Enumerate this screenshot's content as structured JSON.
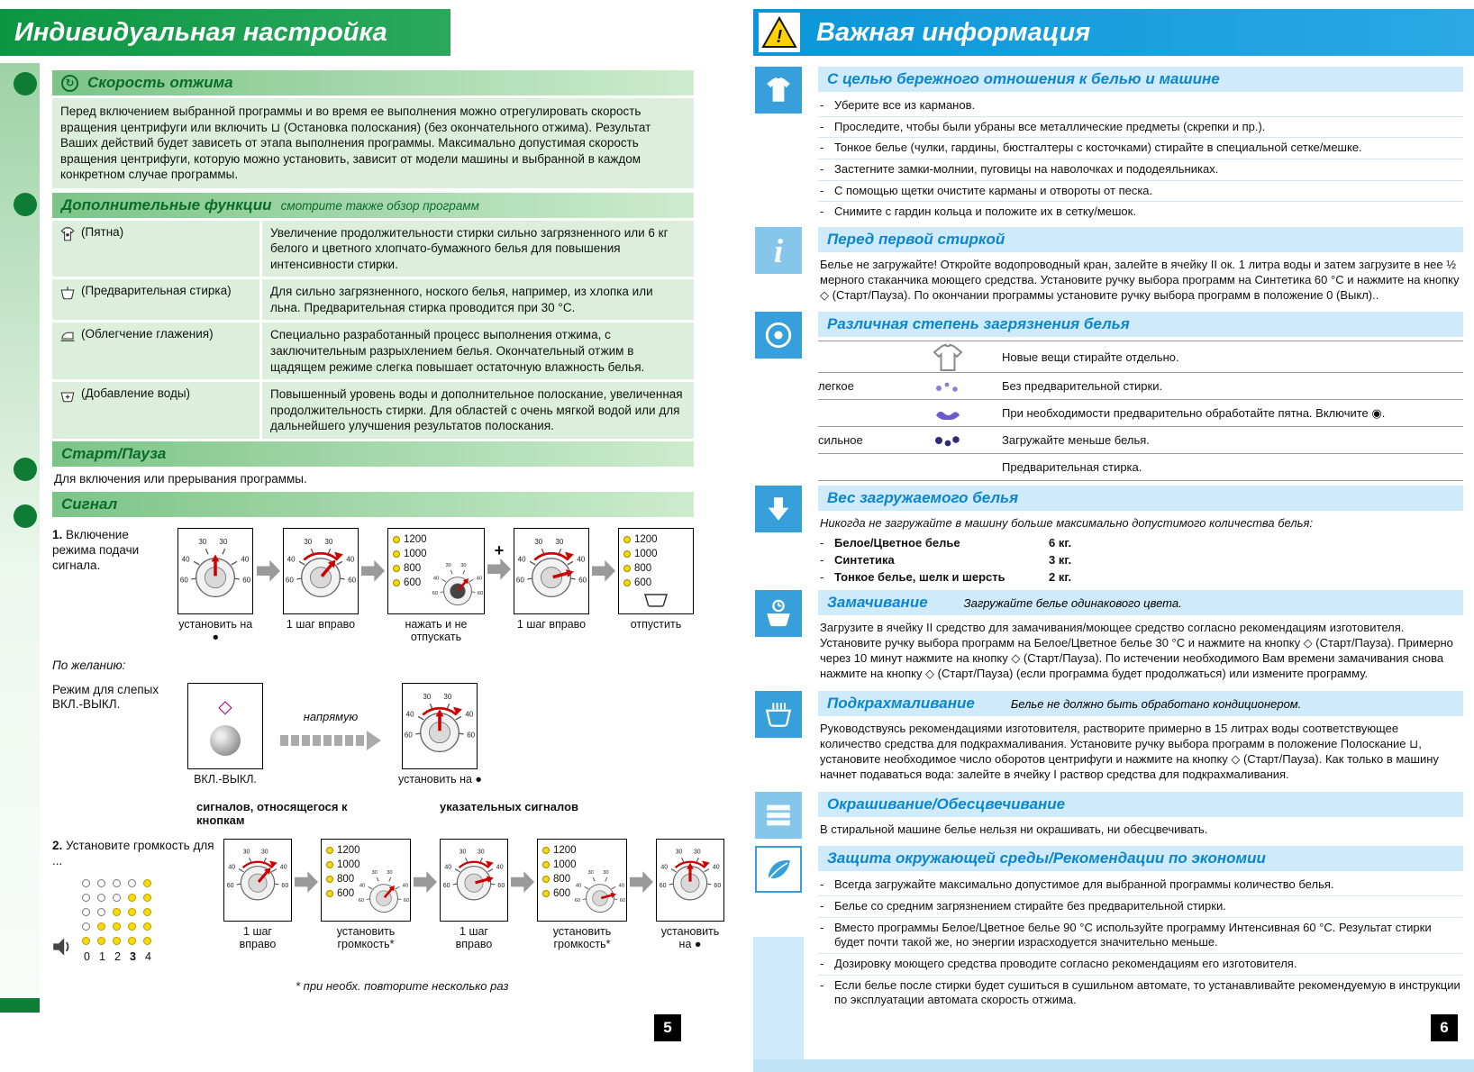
{
  "glyphs": {
    "warning_char": "!",
    "info_char": "i",
    "bullet_char": "-"
  },
  "dial": {
    "ticks": [
      "30",
      "30",
      "40",
      "40",
      "60",
      "60"
    ]
  },
  "led_values": [
    "1200",
    "1000",
    "800",
    "600"
  ],
  "page5": {
    "title": "Индивидуальная настройка",
    "page_number": "5",
    "spin": {
      "icon": "↻",
      "heading": "Скорость отжима",
      "body": "Перед включением выбранной программы и во время ее выполнения можно отрегулировать скорость вращения центрифуги или включить ⊔ (Остановка полоскания) (без окончательного отжима). Результат Ваших действий будет зависеть от этапа выполнения программы. Максимально допустимая скорость вращения центрифуги, которую можно установить, зависит от модели машины и выбранной в каждом конкретном случае программы."
    },
    "extras": {
      "heading": "Дополнительные функции",
      "note": "смотрите  также  обзор  программ",
      "rows": [
        {
          "label": "(Пятна)",
          "text": "Увеличение продолжительности стирки сильно загрязненного или 6 кг белого и цветного хлопчато-бумажного белья для повышения интенсивности стирки."
        },
        {
          "label": "(Предварительная стирка)",
          "text": "Для сильно загрязненного, ноского белья, например, из хлопка или льна. Предварительная стирка проводится при 30 °C."
        },
        {
          "label": "(Облегчение глажения)",
          "text": "Специально разработанный процесс выполнения отжима, с заключительным разрыхлением белья. Окончательный отжим в щадящем режиме слегка повышает остаточную влажность белья."
        },
        {
          "label": "(Добавление воды)",
          "text": "Повышенный уровень воды и дополнительное полоскание, увеличенная продолжительность стирки. Для областей с очень мягкой водой или для дальнейшего улучшения результатов полоскания."
        }
      ]
    },
    "start_pause": {
      "heading": "Старт/Пауза",
      "body": "Для включения или прерывания программы."
    },
    "signal": {
      "heading": "Сигнал",
      "step1_num": "1.",
      "step1_label": "Включение режима подачи сигнала.",
      "step1_caps": [
        "установить на ●",
        "1 шаг вправо",
        "нажать и не отпускать",
        "1 шаг вправо",
        "отпустить"
      ],
      "plus": "+",
      "optional": "По желанию:",
      "blind_label": "Режим для слепых ВКЛ.-ВЫКЛ.",
      "btn_symbol": "◇",
      "blind_btn_caption": "ВКЛ.-ВЫКЛ.",
      "direct": "напрямую",
      "blind_set_caption": "установить на ●",
      "col_head_left": "сигналов, относящегося к кнопкам",
      "col_head_right": "указательных сигналов",
      "step2_num": "2.",
      "step2_label": "Установите громкость для ...",
      "volume_labels": [
        "0",
        "1",
        "2",
        "3",
        "4"
      ],
      "step2_caps": [
        "1 шаг вправо",
        "установить громкость*",
        "1 шаг вправо",
        "установить громкость*",
        "установить на ●"
      ],
      "footnote": "* при необх. повторите несколько раз"
    }
  },
  "page6": {
    "title": "Важная информация",
    "page_number": "6",
    "care": {
      "heading": "С целью бережного отношения к белью и машине",
      "items": [
        "Уберите все из карманов.",
        "Проследите, чтобы были убраны все металлические предметы (скрепки и пр.).",
        "Тонкое белье (чулки, гардины, бюстгалтеры с косточками) стирайте в специальной сетке/мешке.",
        "Застегните замки-молнии, пуговицы на наволочках и пододеяльниках.",
        "С помощью щетки очистите карманы и отвороты от песка.",
        "Снимите с гардин кольца и положите их в сетку/мешок."
      ]
    },
    "first_wash": {
      "heading": "Перед первой стиркой",
      "body": "Белье не загружайте! Откройте водопроводный кран, залейте в ячейку II ок. 1 литра воды и затем загрузите в нее ½ мерного стаканчика моющего средства. Установите ручку выбора программ на Синтетика 60 °C и нажмите на кнопку ◇ (Старт/Пауза). По окончании программы установите ручку выбора программ в положение 0 (Выкл).."
    },
    "soiling": {
      "heading": "Различная степень загрязнения белья",
      "rows": [
        {
          "label": "",
          "text": "Новые вещи стирайте отдельно."
        },
        {
          "label": "легкое",
          "text": "Без предварительной стирки."
        },
        {
          "label": "",
          "text": "При необходимости предварительно обработайте пятна. Включите ◉."
        },
        {
          "label": "сильное",
          "text": "Загружайте меньше белья."
        },
        {
          "label": "",
          "text": "Предварительная стирка."
        }
      ]
    },
    "load_weight": {
      "heading": "Вес загружаемого белья",
      "intro": "Никогда не загружайте в машину больше максимально допустимого количества белья:",
      "rows": [
        {
          "label": "Белое/Цветное белье",
          "value": "6 кг."
        },
        {
          "label": "Синтетика",
          "value": "3 кг."
        },
        {
          "label": "Тонкое белье, шелк и шерсть",
          "value": "2 кг."
        }
      ]
    },
    "soak": {
      "heading": "Замачивание",
      "note": "Загружайте белье одинакового цвета.",
      "body": "Загрузите в ячейку II средство для замачивания/моющее средство согласно рекомендациям изготовителя. Установите ручку выбора программ на Белое/Цветное белье 30 °C и нажмите на кнопку ◇ (Старт/Пауза). Примерно через 10 минут нажмите на кнопку ◇ (Старт/Пауза). По истечении необходимого Вам времени замачивания снова нажмите на кнопку ◇ (Старт/Пауза) (если программа будет продолжаться) или измените программу."
    },
    "starch": {
      "heading": "Подкрахмаливание",
      "note": "Белье не должно быть обработано кондиционером.",
      "body": "Руководствуясь рекомендациями изготовителя, растворите примерно в 15 литрах воды соответствующее количество средства для подкрахмаливания. Установите ручку выбора программ в положение Полоскание ⊔, установите необходимое число оборотов центрифуги и нажмите на кнопку ◇ (Старт/Пауза). Как только в машину начнет подаваться вода: залейте в ячейку I раствор средства для подкрахмаливания."
    },
    "dye": {
      "heading": "Окрашивание/Обесцвечивание",
      "body": "В стиральной машине белье нельзя ни окрашивать, ни обесцвечивать."
    },
    "eco": {
      "heading": "Защита окружающей среды/Рекомендации по экономии",
      "items": [
        "Всегда загружайте максимально допустимое для выбранной программы количество белья.",
        "Белье со средним загрязнением стирайте без предварительной стирки.",
        "Вместо программы Белое/Цветное белье 90 °C используйте программу Интенсивная 60 °C. Результат стирки будет почти такой же, но энергии израсходуется значительно меньше.",
        "Дозировку моющего средства проводите согласно рекомендациям его изготовителя.",
        "Если белье после стирки будет сушиться в сушильном автомате, то устанавливайте рекомендуемую в инструкции по эксплуатации автомата скорость отжима."
      ]
    }
  }
}
